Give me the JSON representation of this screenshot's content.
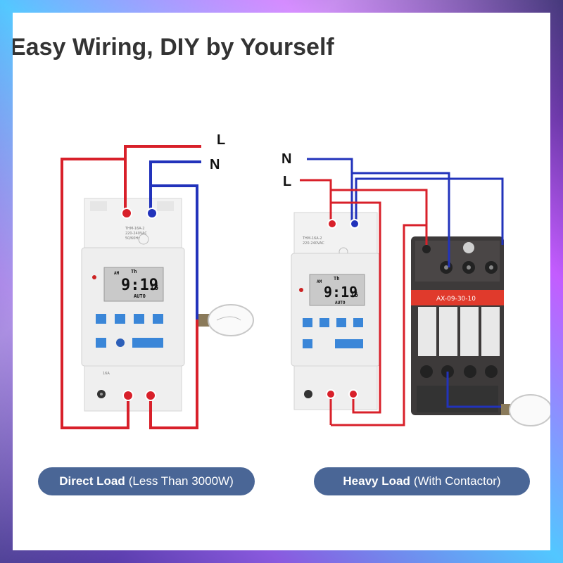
{
  "title": "Easy Wiring, DIY by Yourself",
  "left_diagram": {
    "terminal_labels": [
      "L",
      "N"
    ],
    "timer_lcd": {
      "day": "Th",
      "ampm": "AM",
      "time": "9:19",
      "seconds": "16",
      "mode": "AUTO"
    },
    "caption_bold": "Direct Load",
    "caption_rest": "(Less Than 3000W)"
  },
  "right_diagram": {
    "terminal_labels": [
      "N",
      "L"
    ],
    "timer_lcd": {
      "day": "Th",
      "ampm": "AM",
      "time": "9:19",
      "seconds": "16",
      "mode": "AUTO"
    },
    "contactor_model": "AX-09-30-10",
    "caption_bold": "Heavy Load",
    "caption_rest": "(With Contactor)"
  },
  "colors": {
    "live_wire": "#d8202a",
    "neutral_wire": "#2233bb",
    "caption_pill": "#4a6696",
    "contactor_red": "#e03a2c"
  }
}
